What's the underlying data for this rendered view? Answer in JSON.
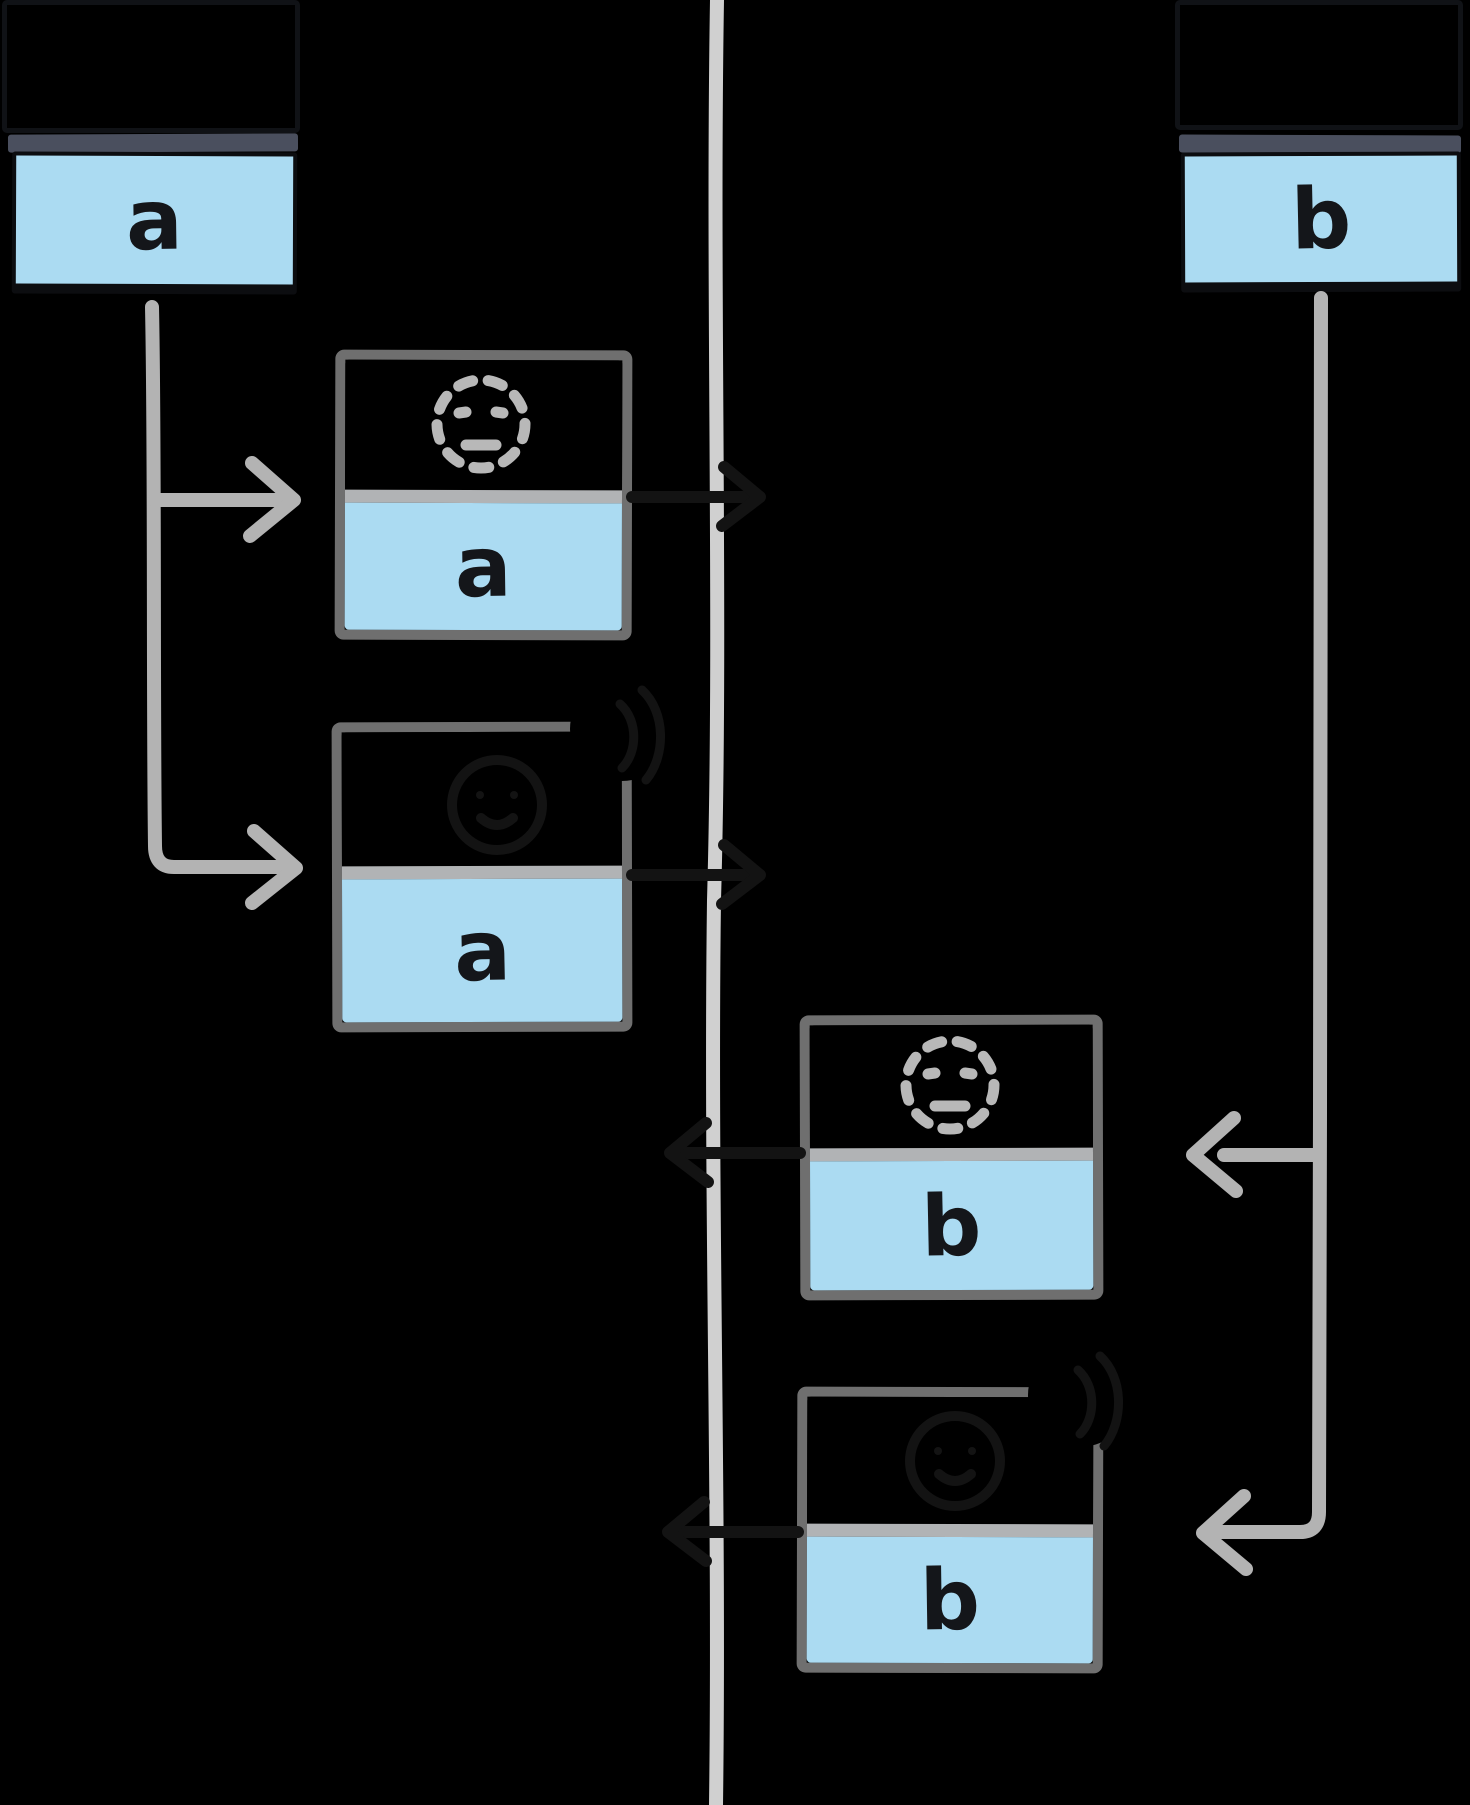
{
  "canvas": {
    "background": "#000000"
  },
  "colors": {
    "message_box_border": "#6f6f6f",
    "divider_bar": "#b1b3b5",
    "blue_fill": "#abdbf2",
    "center_line": "#d0d0d0",
    "connector_arrow": "#b3b3b3",
    "slate_header_bar": "#4a4f5e",
    "letter_ink": "#14161a",
    "dashed_smiley": "#b8b8b8",
    "dark_ink": "#131313"
  },
  "actors": {
    "left": {
      "label": "a"
    },
    "right": {
      "label": "b"
    }
  },
  "message_boxes": {
    "left": [
      {
        "label": "a",
        "icon": "dashed-smiley-icon"
      },
      {
        "label": "a",
        "icon": "dark-smiley-shout-icon"
      }
    ],
    "right": [
      {
        "label": "b",
        "icon": "dashed-smiley-icon"
      },
      {
        "label": "b",
        "icon": "dark-smiley-shout-icon"
      }
    ]
  }
}
